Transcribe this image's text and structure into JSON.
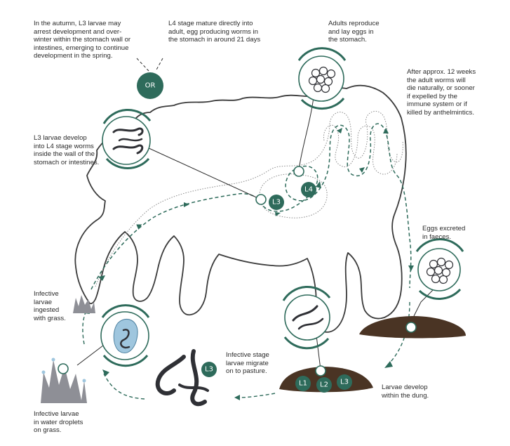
{
  "annotations": {
    "autumn": "In the autumn, L3 larvae may\narrest development and over-\nwinter within the stomach wall or\nintestines, emerging to continue\ndevelopment in the spring.",
    "l4_mature": "L4 stage mature directly into\nadult, egg producing worms in\nthe stomach in around 21 days",
    "adults": "Adults reproduce\nand lay eggs in\nthe stomach.",
    "after_12_weeks": "After approx. 12 weeks\nthe adult worms will\ndie naturally, or sooner\nif expelled by the\nimmune system or if\nkilled by anthelmintics.",
    "l3_develop": "L3 larvae develop\ninto L4 stage worms\ninside the wall of the\nstomach or intestines.",
    "eggs_excreted": "Eggs excreted\nin faeces.",
    "ingested": "Infective\nlarvae\ningested\nwith grass.",
    "migrate": "Infective stage\nlarvae migrate\non to pasture.",
    "water_droplets": "Infective larvae\nin water droplets\non grass.",
    "within_dung": "Larvae develop\nwithin the dung."
  },
  "badges": {
    "or": "OR",
    "l3_body": "L3",
    "l4_body": "L4",
    "l3_pasture": "L3",
    "dung_l1": "L1",
    "dung_l2": "L2",
    "dung_l3": "L3"
  },
  "colors": {
    "accent_green": "#2e6b5b",
    "outline": "#3b3b3b",
    "dung": "#4a3424",
    "worm": "#2f3035",
    "grass": "#8e8f96",
    "water": "#9fc6de"
  }
}
